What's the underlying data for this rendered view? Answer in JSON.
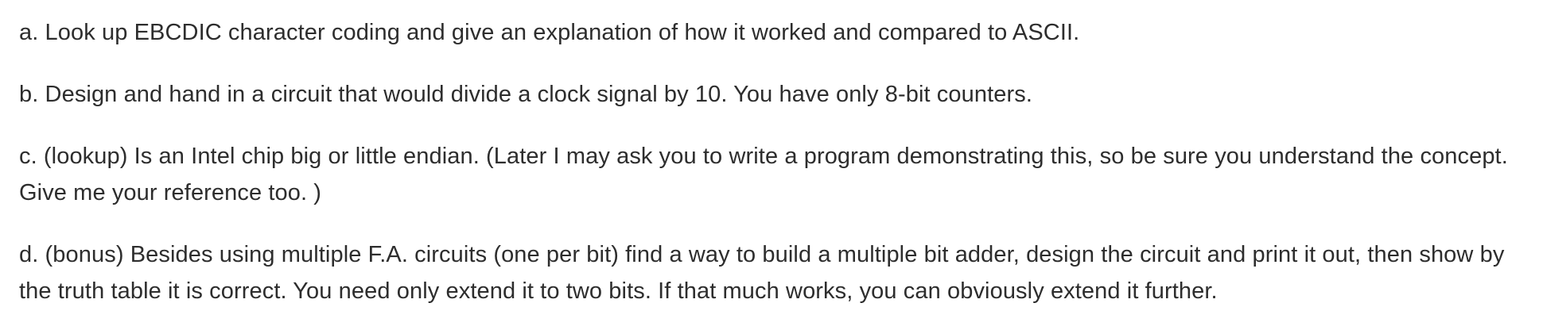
{
  "items": [
    "a. Look up EBCDIC character coding and give an explanation of how it worked and compared to ASCII.",
    "b. Design and hand in a circuit that would divide a clock signal by 10. You have only 8-bit counters.",
    "c. (lookup) Is an Intel chip big or little endian. (Later I may ask you to write a program demonstrating this, so be sure you understand the concept. Give me your reference too. )",
    "d. (bonus) Besides using multiple F.A. circuits (one per bit) find a way to build a multiple bit adder, design the circuit and print it out, then show by the truth table it is correct. You need only extend it to two bits. If that much works, you can obviously extend it further."
  ]
}
